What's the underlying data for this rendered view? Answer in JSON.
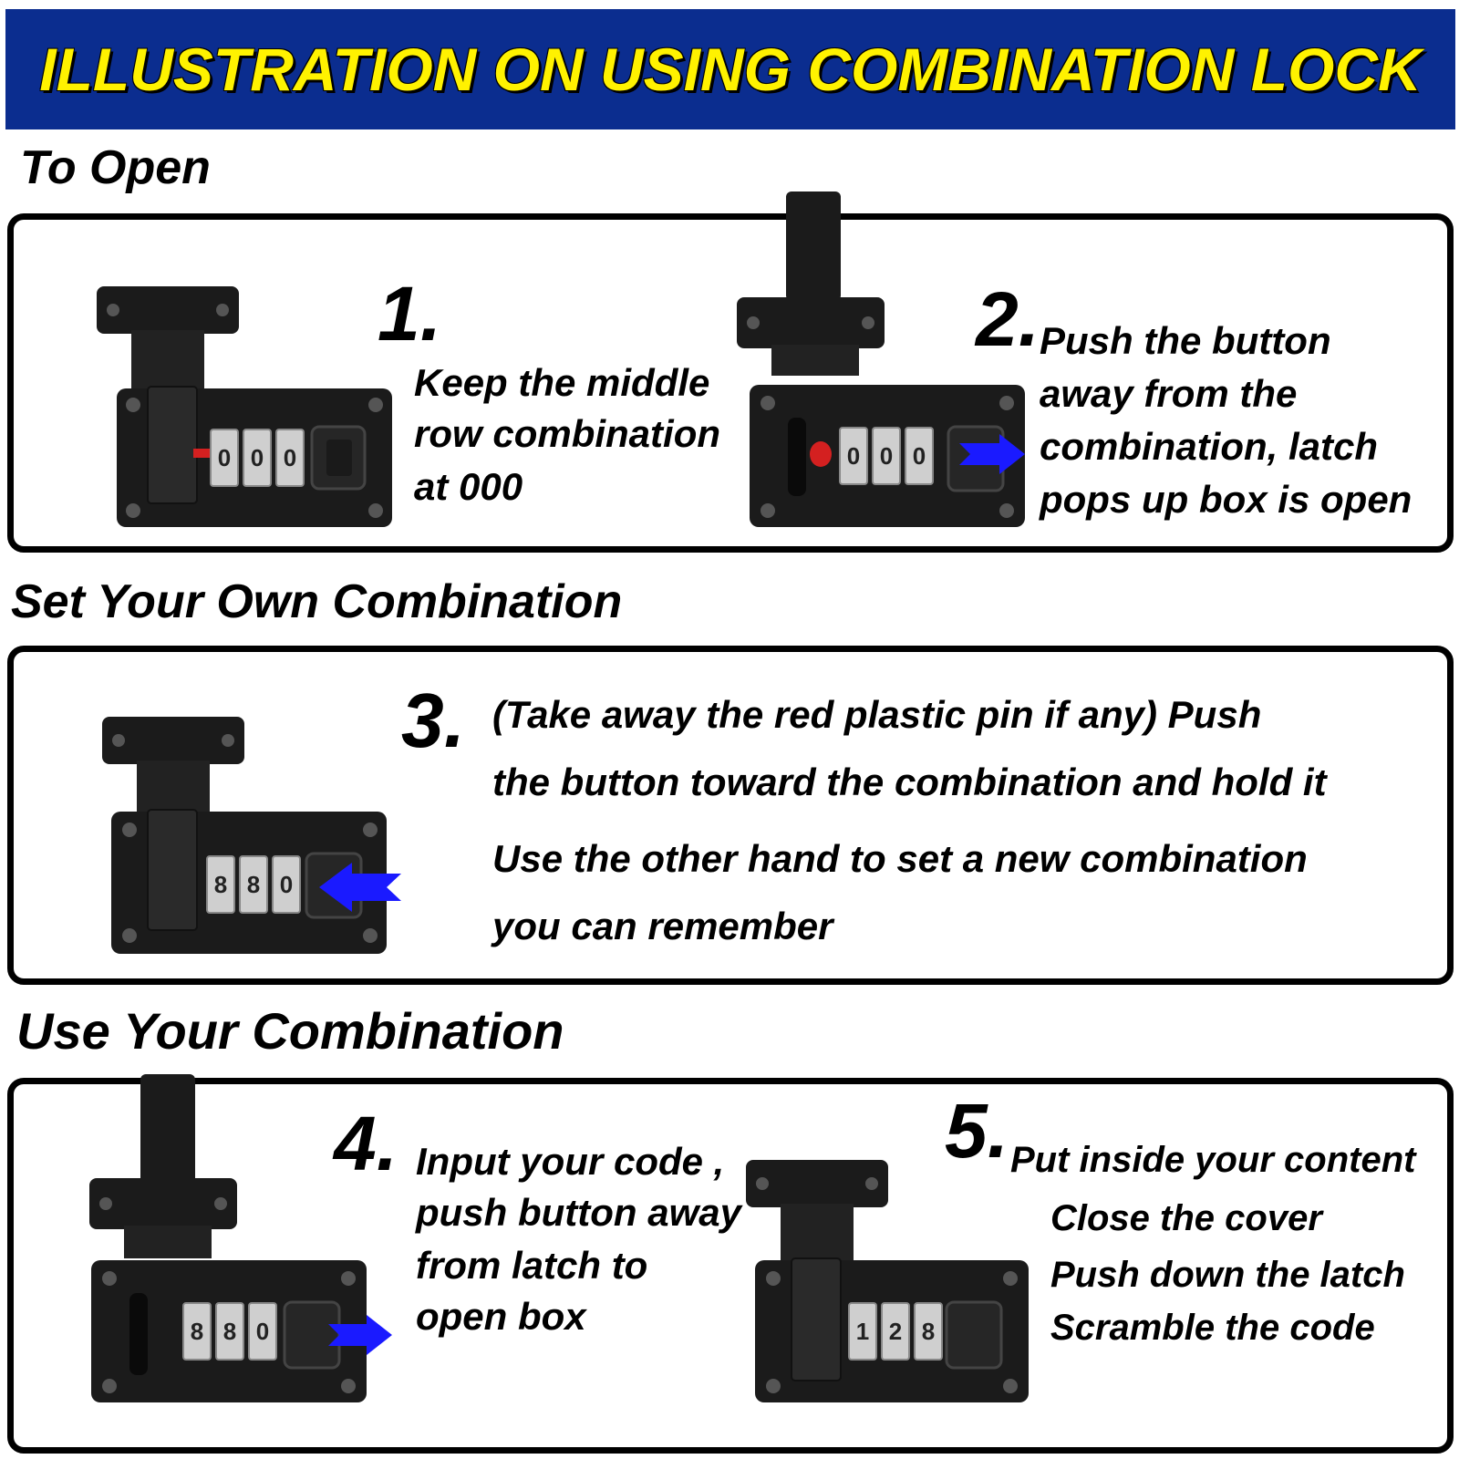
{
  "banner": {
    "title": "ILLUSTRATION ON USING COMBINATION LOCK"
  },
  "sections": {
    "open": {
      "heading": "To Open"
    },
    "set": {
      "heading": "Set Your Own Combination"
    },
    "use": {
      "heading": "Use Your Combination"
    }
  },
  "steps": {
    "s1": {
      "number": "1.",
      "lines": [
        "Keep the middle",
        "row combination",
        "at 000"
      ],
      "dials": [
        "0",
        "0",
        "0"
      ]
    },
    "s2": {
      "number": "2.",
      "lines": [
        "Push the button",
        "away from the",
        "combination, latch",
        "pops up box is open"
      ],
      "dials": [
        "0",
        "0",
        "0"
      ]
    },
    "s3": {
      "number": "3.",
      "lines": [
        "(Take away the  red plastic pin if any) Push",
        "the button toward the combination and hold it",
        "Use the other hand to set a new combination",
        "you can remember"
      ],
      "dials": [
        "8",
        "8",
        "0"
      ]
    },
    "s4": {
      "number": "4.",
      "lines": [
        "Input your code ,",
        "push button away",
        "from latch to",
        "open box"
      ],
      "dials": [
        "8",
        "8",
        "0"
      ]
    },
    "s5": {
      "number": "5.",
      "lines": [
        "Put inside your content",
        "Close the cover",
        "Push down the latch",
        "Scramble the code"
      ],
      "dials": [
        "1",
        "2",
        "8"
      ]
    }
  },
  "colors": {
    "banner": "#0b2d8f",
    "banner_text": "#fff200",
    "arrow": "#1a1aff",
    "pin": "#d42020",
    "lock_body": "#1b1b1b"
  },
  "icons": {
    "arrow": "right-arrow-icon",
    "arrow_left": "left-arrow-icon",
    "pin": "red-pin-icon"
  }
}
